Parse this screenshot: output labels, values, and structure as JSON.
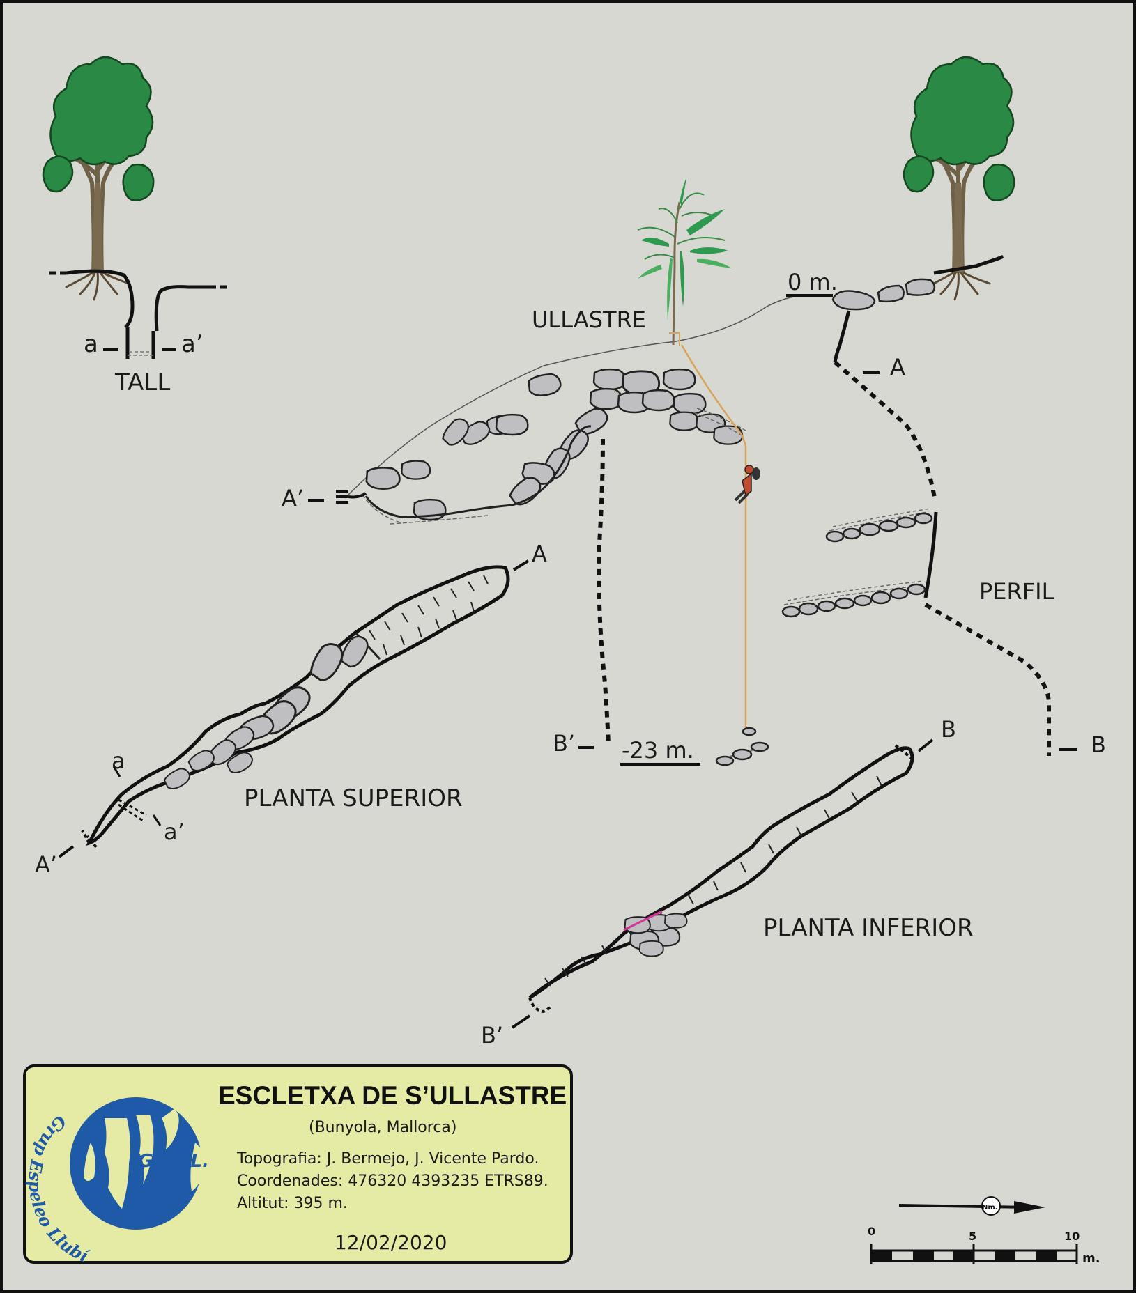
{
  "labels": {
    "tall": "TALL",
    "a": "a",
    "a_prime": "a’",
    "ullastre": "ULLASTRE",
    "depth_top": "0 m.",
    "depth_bottom": "-23 m.",
    "A": "A",
    "A_prime": "A’",
    "B": "B",
    "B_prime": "B’",
    "perfil": "PERFIL",
    "planta_superior": "PLANTA SUPERIOR",
    "planta_inferior": "PLANTA INFERIOR"
  },
  "info": {
    "title": "ESCLETXA DE S’ULLASTRE",
    "location": "(Bunyola, Mallorca)",
    "topografia": "Topografia: J. Bermejo, J. Vicente Pardo.",
    "coordenades": "Coordenades: 476320 4393235 ETRS89.",
    "altitut": "Altitut: 395 m.",
    "date": "12/02/2020"
  },
  "logo": {
    "acronym": "G.E.LL.",
    "name": "Grup Espeleo Llubí"
  },
  "north_arrow": {
    "label": "Nm."
  },
  "scale_bar": {
    "ticks": [
      "0",
      "5",
      "10"
    ],
    "unit": "m."
  },
  "colors": {
    "background": "#d8d8d3",
    "info_box": "#e5eba4",
    "logo_blue": "#1f5aa8",
    "foliage": "#2a8a45",
    "trunk": "#7a6a50",
    "rock": "#bfbfc2",
    "rope": "#d9a35a"
  }
}
